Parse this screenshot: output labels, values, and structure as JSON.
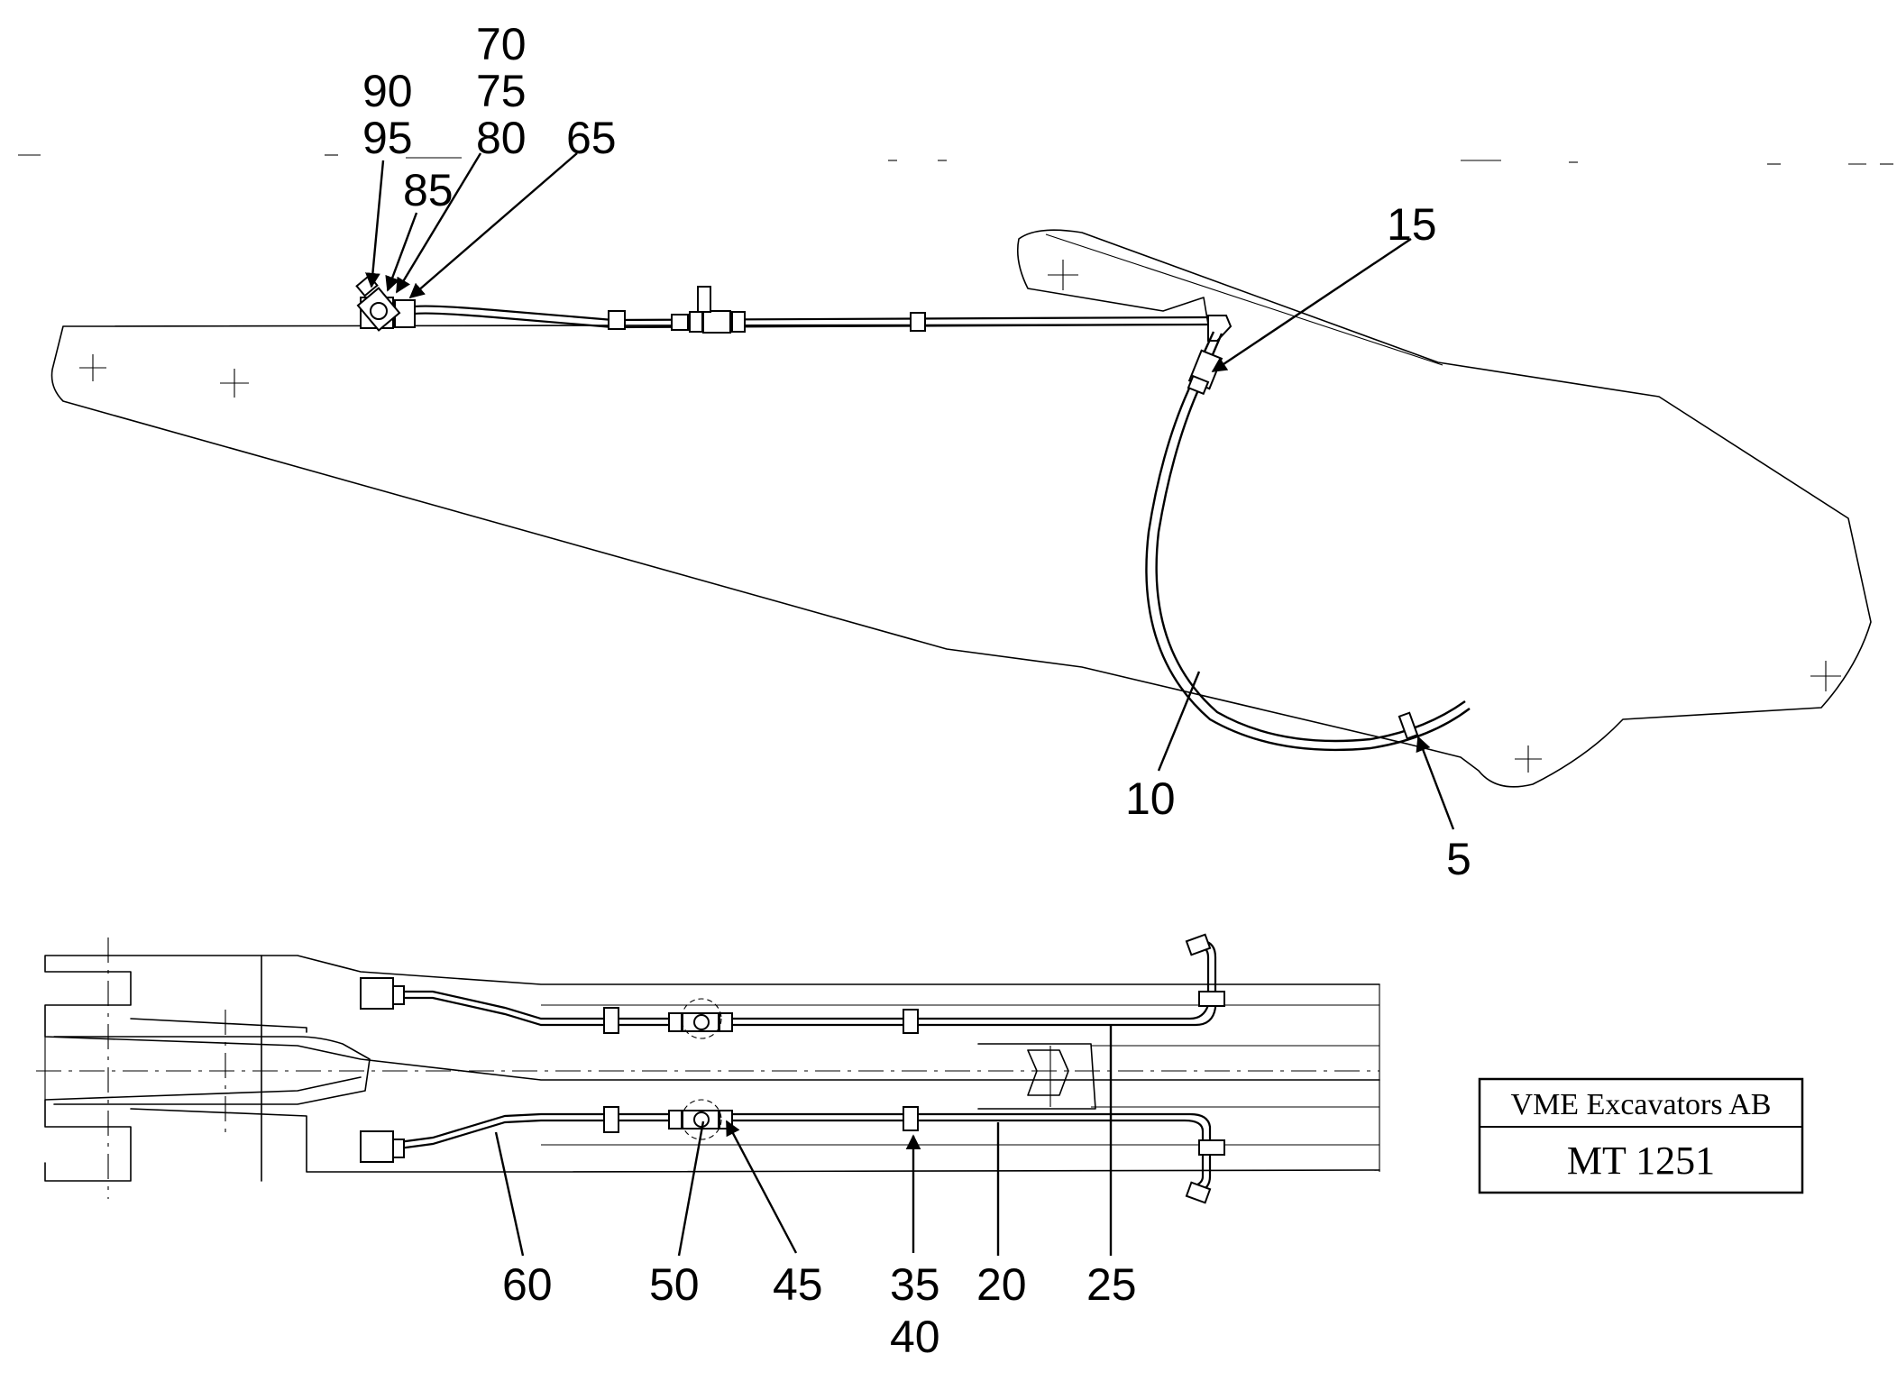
{
  "callouts": {
    "c70": "70",
    "c75": "75",
    "c80": "80",
    "c90": "90",
    "c95": "95",
    "c85": "85",
    "c65": "65",
    "c15": "15",
    "c10": "10",
    "c5": "5",
    "c60": "60",
    "c50": "50",
    "c45": "45",
    "c35": "35",
    "c40": "40",
    "c20": "20",
    "c25": "25"
  },
  "title_block": {
    "company": "VME Excavators AB",
    "drawing_number": "MT 1251"
  }
}
